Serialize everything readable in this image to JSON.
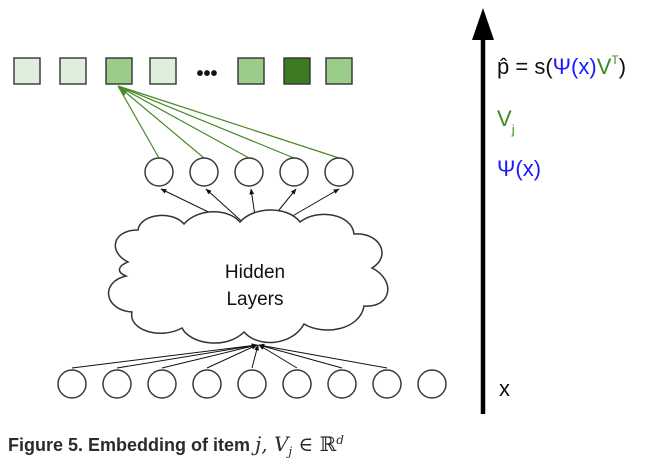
{
  "cloud_label_line1": "Hidden",
  "cloud_label_line2": "Layers",
  "ellipsis": "•••",
  "axis": {
    "bottom_label": "x",
    "formula": {
      "hat_p": "p̂",
      "equals": " = s(",
      "psi_x": "Ψ(x)",
      "v": "V",
      "sup": "T",
      "close": ")"
    },
    "vj": {
      "v": "V",
      "sub": "j"
    },
    "psi": "Ψ(x)"
  },
  "output_square_shades": [
    "light",
    "light",
    "medium",
    "light",
    "medium",
    "dark",
    "medium"
  ],
  "colors": {
    "light": "#dfeedd",
    "medium": "#9ccc8a",
    "dark": "#3d7a24",
    "green_text": "#3c8a1f",
    "blue_text": "#1a1aff",
    "green_line": "#4a8a2a"
  },
  "caption": {
    "label": "Figure 5. Embedding of item ",
    "math": "j, V",
    "math_sub": "j",
    "math_rest": " ∈ ℝ",
    "math_sup": "d"
  }
}
